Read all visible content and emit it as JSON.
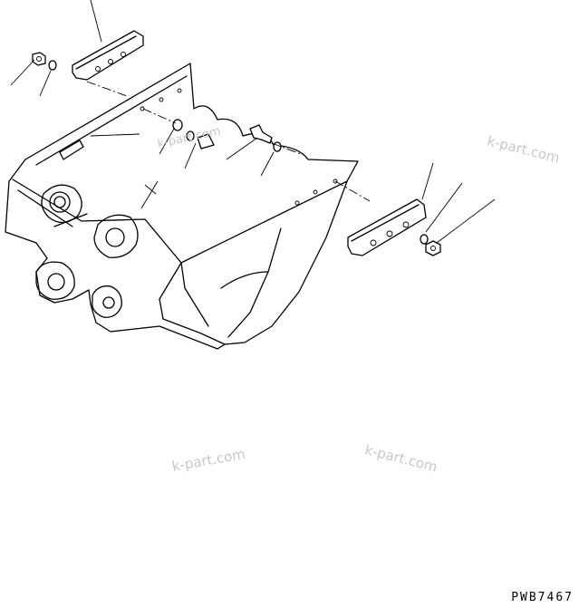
{
  "diagram": {
    "drawing_code": "PWB7467",
    "watermarks": [
      "k-part.com",
      "k-part.com",
      "k-part.com",
      "k-part.com"
    ]
  }
}
